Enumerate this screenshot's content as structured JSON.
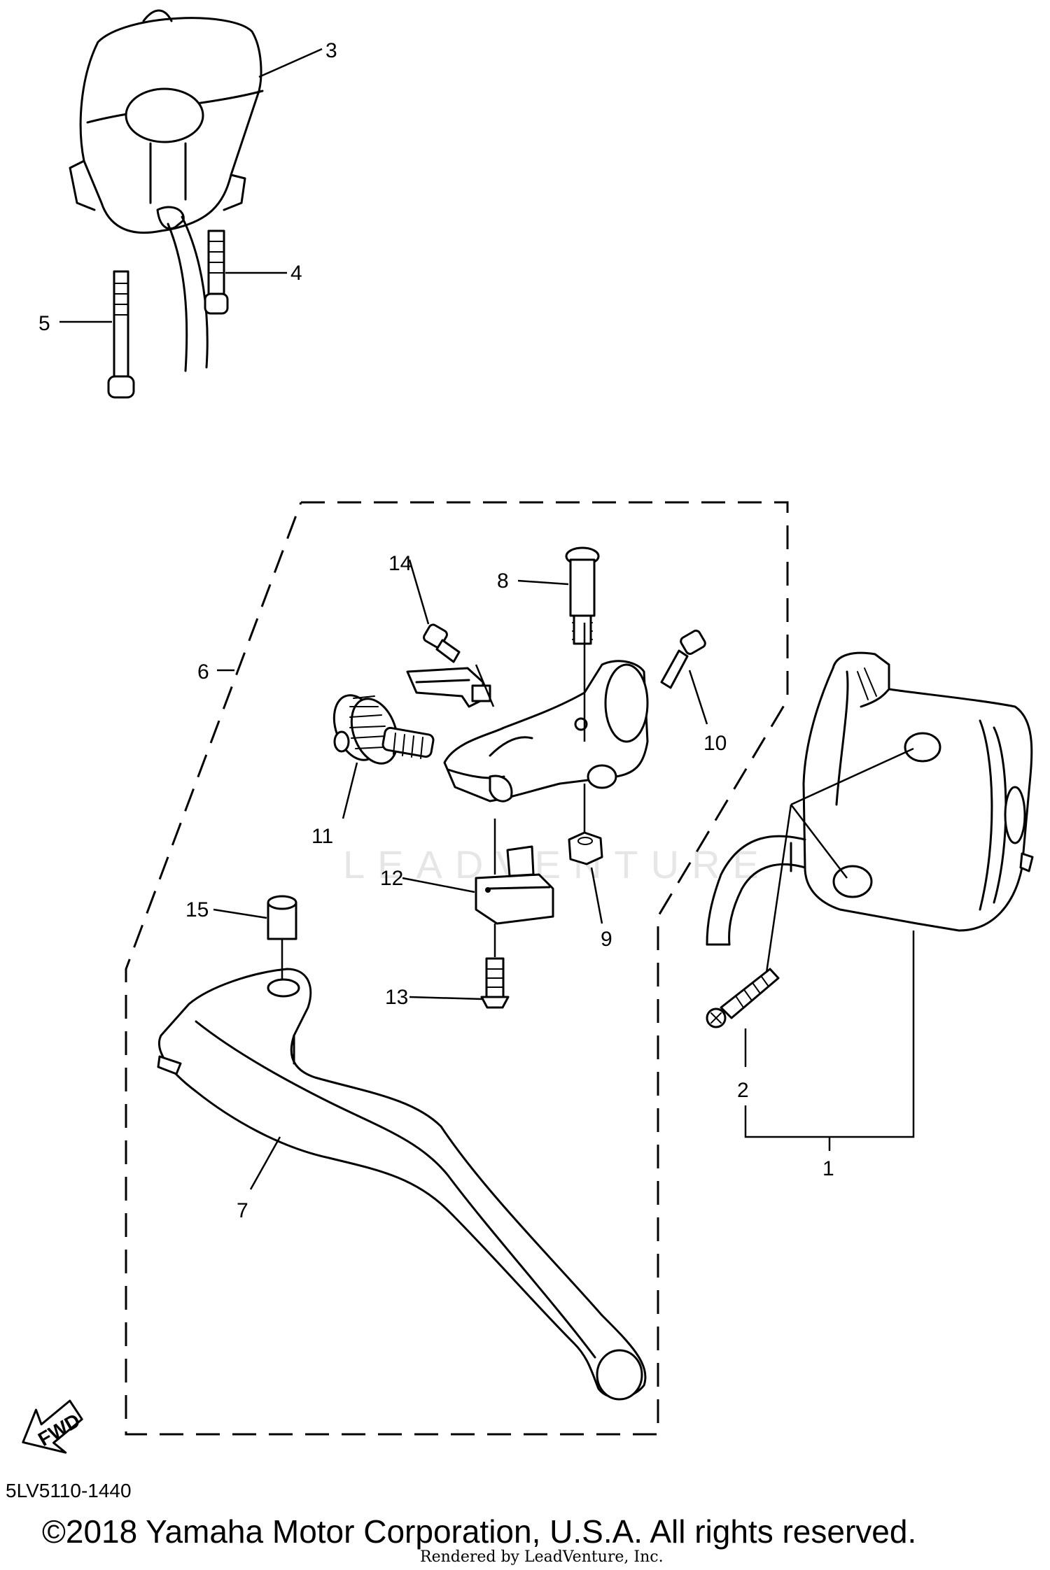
{
  "callouts": [
    {
      "id": "1",
      "label": "1"
    },
    {
      "id": "2",
      "label": "2"
    },
    {
      "id": "3",
      "label": "3"
    },
    {
      "id": "4",
      "label": "4"
    },
    {
      "id": "5",
      "label": "5"
    },
    {
      "id": "6",
      "label": "6"
    },
    {
      "id": "7",
      "label": "7"
    },
    {
      "id": "8",
      "label": "8"
    },
    {
      "id": "9",
      "label": "9"
    },
    {
      "id": "10",
      "label": "10"
    },
    {
      "id": "11",
      "label": "11"
    },
    {
      "id": "12",
      "label": "12"
    },
    {
      "id": "13",
      "label": "13"
    },
    {
      "id": "14",
      "label": "14"
    },
    {
      "id": "15",
      "label": "15"
    }
  ],
  "direction_marker": "FWD",
  "diagram_code": "5LV5110-1440",
  "copyright": "©2018 Yamaha Motor Corporation, U.S.A. All rights reserved.",
  "rendered_by": "Rendered by LeadVenture, Inc.",
  "watermark": "LEADVENTURE"
}
